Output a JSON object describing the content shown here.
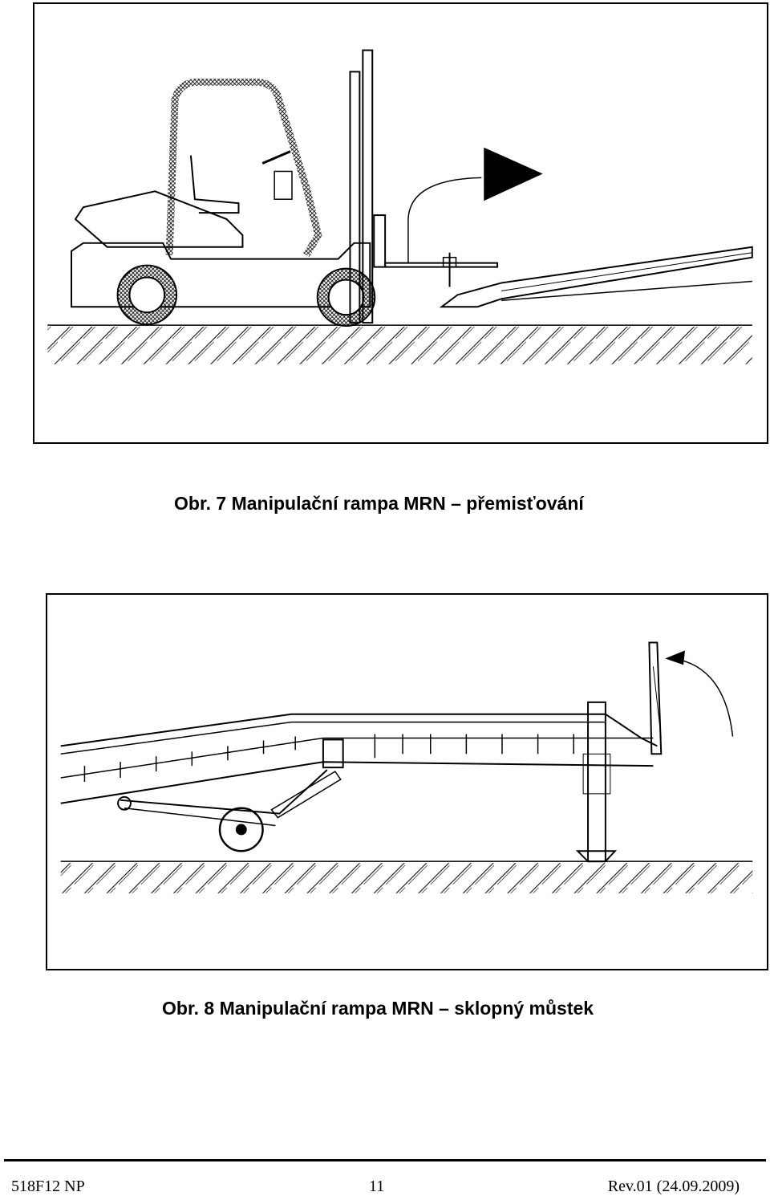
{
  "figures": [
    {
      "caption": "Obr. 7 Manipulační rampa MRN – přemisťování"
    },
    {
      "caption": "Obr. 8 Manipulační rampa MRN – sklopný můstek"
    }
  ],
  "footer": {
    "doc_code": "518F12 NP",
    "page_number": "11",
    "revision": "Rev.01 (24.09.2009)"
  }
}
